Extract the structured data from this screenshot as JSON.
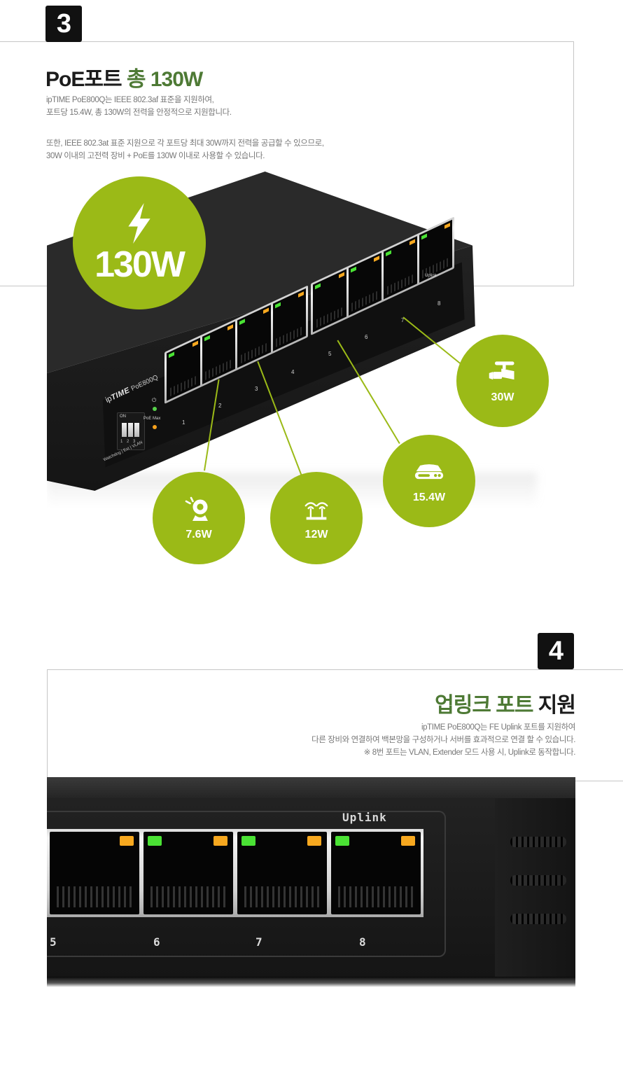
{
  "section3": {
    "badge": "3",
    "heading_plain": "PoE포트 ",
    "heading_accent": "총 130W",
    "body_1": "ipTIME PoE800Q는 IEEE 802.3af 표준을 지원하여,\n포트당 15.4W, 총 130W의 전력을 안정적으로 지원합니다.",
    "body_2": "또한, IEEE 802.3at 표준 지원으로 각 포트당 최대 30W까지 전력을 공급할 수 있으므로,\n30W 이내의 고전력 장비 + PoE를 130W 이내로 사용할 수 있습니다.",
    "accent_color": "#4e7a35",
    "bubble_color": "#9bba38",
    "total_bubble": {
      "value": "130W",
      "icon": "lightning-bolt-icon"
    },
    "device_bubbles": [
      {
        "value": "7.6W",
        "icon": "cctv-dome-camera-icon"
      },
      {
        "value": "12W",
        "icon": "wireless-router-icon"
      },
      {
        "value": "15.4W",
        "icon": "access-point-icon"
      },
      {
        "value": "30W",
        "icon": "ptz-security-camera-icon"
      }
    ],
    "device": {
      "brand_prefix": "ip",
      "brand_bold": "TIME",
      "brand_model": "PoE800Q",
      "dip_on_label": "ON",
      "dip_numbers": "1 2 3",
      "dip_functions": "Watchdog | Ext | VLAN",
      "power_icon": "power-symbol-icon",
      "poe_max_label": "PoE Max",
      "port_numbers": [
        "1",
        "2",
        "3",
        "4",
        "5",
        "6",
        "7",
        "8"
      ],
      "uplink_label": "Uplink"
    }
  },
  "section4": {
    "badge": "4",
    "heading_accent": "업링크 포트 ",
    "heading_plain": "지원",
    "body": "ipTIME PoE800Q는 FE Uplink 포트를 지원하여\n다른 장비와 연결하여 백본망을 구성하거나 서버를 효과적으로 연결 할 수 있습니다.\n※ 8번 포트는 VLAN, Extender 모드 사용 시, Uplink로 동작합니다.",
    "accent_color": "#4e7a35",
    "closeup": {
      "uplink_label": "Uplink",
      "port_numbers": [
        "5",
        "6",
        "7",
        "8"
      ],
      "led_orange": "#f7a81f",
      "led_green": "#4ae234"
    }
  }
}
